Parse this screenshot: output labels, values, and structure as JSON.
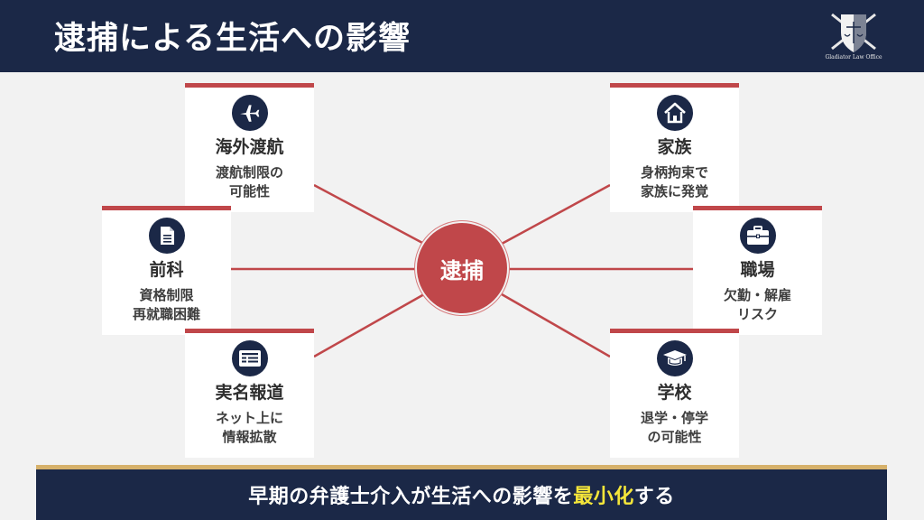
{
  "header": {
    "title": "逮捕による生活への影響",
    "logo_text": "Gladiator Law Office"
  },
  "center": {
    "label": "逮捕"
  },
  "cards": [
    {
      "id": "overseas",
      "icon": "airplane-icon",
      "title": "海外渡航",
      "desc_line1": "渡航制限の",
      "desc_line2": "可能性"
    },
    {
      "id": "record",
      "icon": "document-icon",
      "title": "前科",
      "desc_line1": "資格制限",
      "desc_line2": "再就職困難"
    },
    {
      "id": "news",
      "icon": "newspaper-icon",
      "title": "実名報道",
      "desc_line1": "ネット上に",
      "desc_line2": "情報拡散"
    },
    {
      "id": "family",
      "icon": "house-icon",
      "title": "家族",
      "desc_line1": "身柄拘束で",
      "desc_line2": "家族に発覚"
    },
    {
      "id": "work",
      "icon": "briefcase-icon",
      "title": "職場",
      "desc_line1": "欠勤・解雇",
      "desc_line2": "リスク"
    },
    {
      "id": "school",
      "icon": "graduation-cap-icon",
      "title": "学校",
      "desc_line1": "退学・停学",
      "desc_line2": "の可能性"
    }
  ],
  "footer": {
    "text_before": "早期の弁護士介入が生活への影響を",
    "highlight": "最小化",
    "text_after": "する"
  },
  "colors": {
    "navy": "#1b2847",
    "accent_red": "#c0474a",
    "gold": "#d6b16b",
    "highlight_yellow": "#f5e63a",
    "background": "#f2f2f2"
  }
}
